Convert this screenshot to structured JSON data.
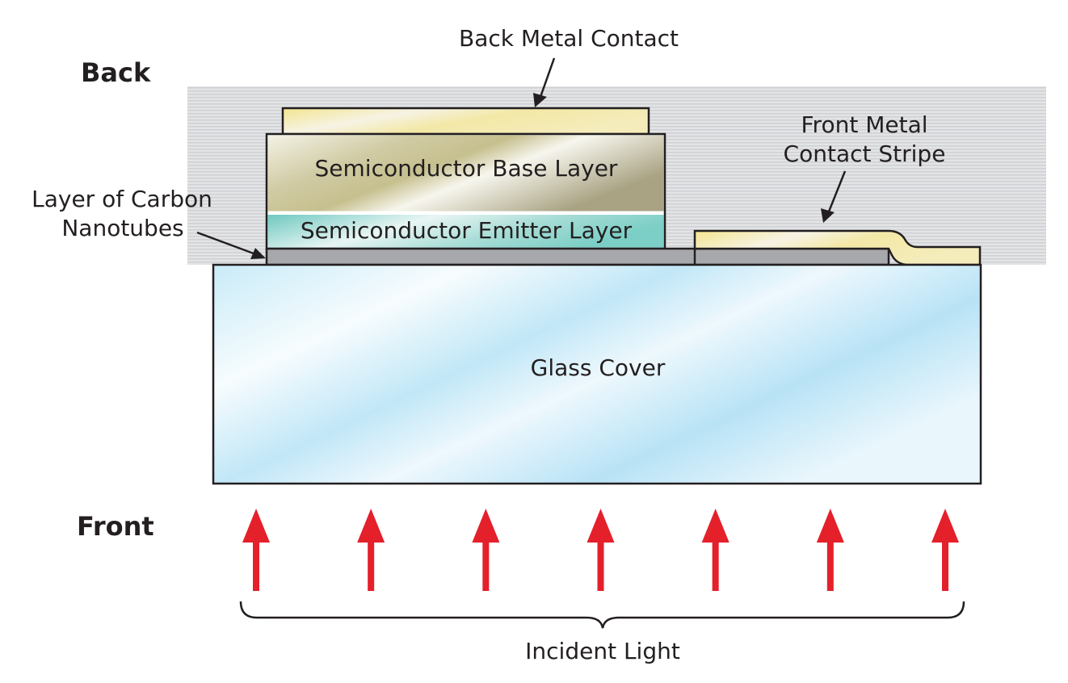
{
  "labels": {
    "back": "Back",
    "front": "Front",
    "back_metal_contact": "Back Metal Contact",
    "front_metal_contact_line1": "Front Metal",
    "front_metal_contact_line2": "Contact Stripe",
    "cnt_line1": "Layer of Carbon",
    "cnt_line2": "Nanotubes",
    "base_layer": "Semiconductor Base Layer",
    "emitter_layer": "Semiconductor Emitter Layer",
    "glass_cover": "Glass Cover",
    "incident_light": "Incident Light"
  },
  "colors": {
    "arrow": "#e4202b",
    "cnt_layer": "#a7a8ab",
    "metal_contact": "#f2e39a",
    "base_layer": "#c8c39a",
    "emitter_layer": "#7fcfc6",
    "glass": "#bfe6f7",
    "background_band": "#dcdddf"
  },
  "incident_light_arrow_count": 7
}
